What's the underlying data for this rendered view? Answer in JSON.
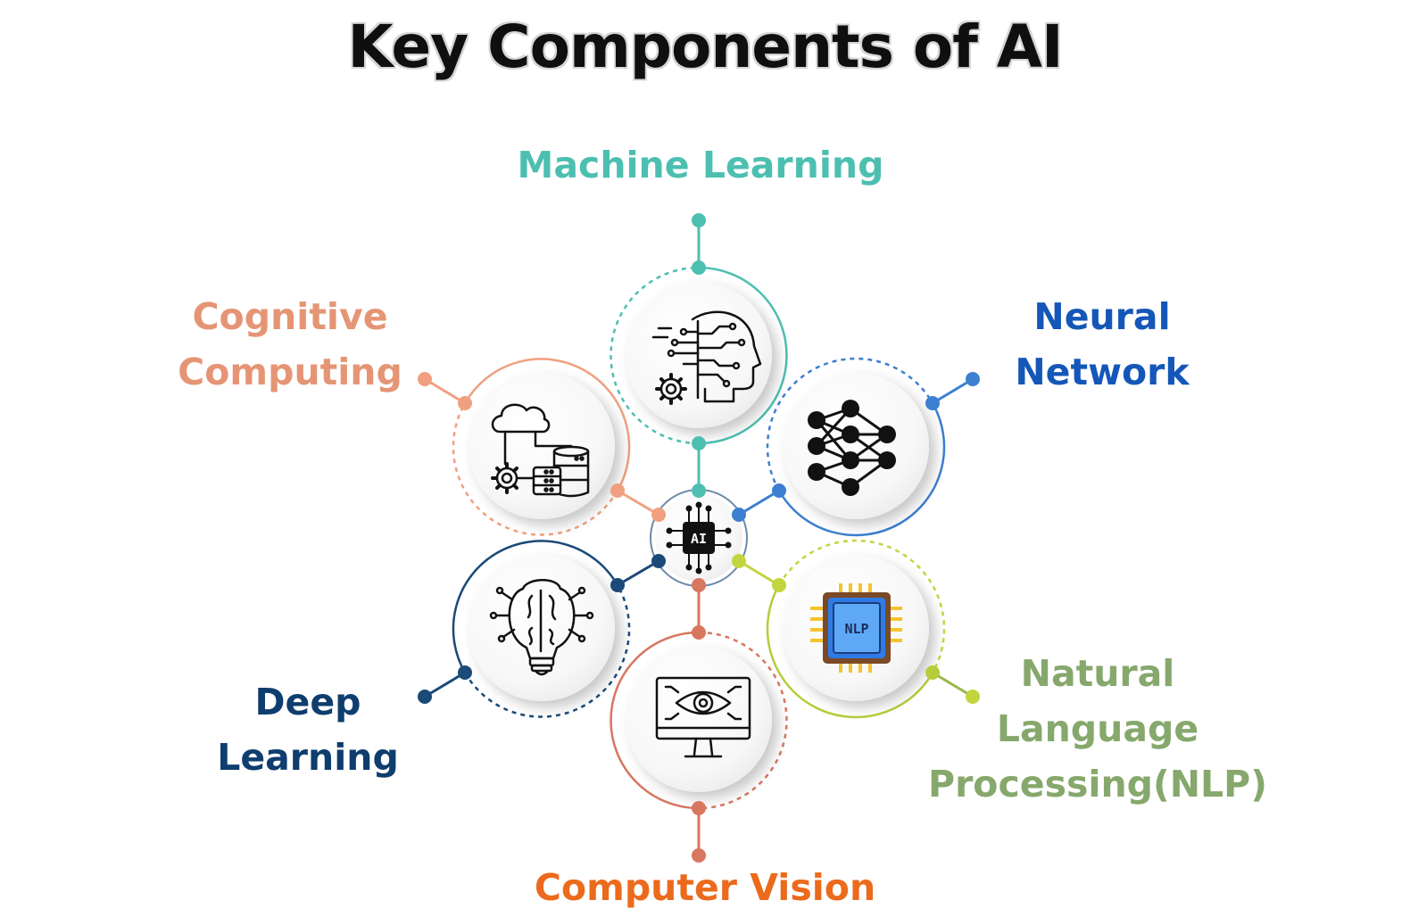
{
  "title": "Key Components of AI",
  "center": {
    "label": "AI",
    "icon": "ai-chip-icon"
  },
  "components": [
    {
      "id": "machine-learning",
      "lines": [
        "Machine Learning"
      ],
      "color": "#4dbfb1",
      "icon": "ai-head-gear-icon"
    },
    {
      "id": "neural-network",
      "lines": [
        "Neural",
        "Network"
      ],
      "color": "#1557b8",
      "icon": "neural-network-icon"
    },
    {
      "id": "nlp",
      "lines": [
        "Natural",
        "Language",
        "Processing(NLP)"
      ],
      "color": "#86a86c",
      "accent": "#c3d53e",
      "icon": "nlp-chip-icon",
      "icon_text": "NLP"
    },
    {
      "id": "computer-vision",
      "lines": [
        "Computer Vision"
      ],
      "color": "#ec6a1c",
      "accent": "#d7775f",
      "icon": "monitor-eye-icon"
    },
    {
      "id": "deep-learning",
      "lines": [
        "Deep",
        "Learning"
      ],
      "color": "#0e3d6e",
      "icon": "lightbulb-brain-icon"
    },
    {
      "id": "cognitive-computing",
      "lines": [
        "Cognitive",
        "Computing"
      ],
      "color": "#e59575",
      "icon": "cloud-server-icon"
    }
  ]
}
